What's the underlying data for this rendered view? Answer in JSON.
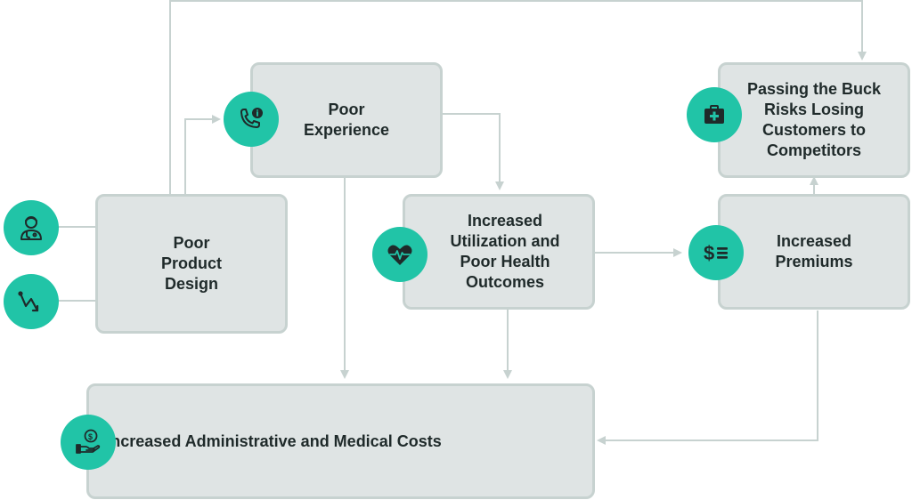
{
  "nodes": {
    "poor_product_design": "Poor\nProduct\nDesign",
    "poor_experience": "Poor\nExperience",
    "increased_utilization": "Increased\nUtilization and\nPoor Health\nOutcomes",
    "increased_premiums": "Increased\nPremiums",
    "passing_the_buck": "Passing the Buck\nRisks Losing\nCustomers to\nCompetitors",
    "increased_costs": "Increased Administrative and Medical Costs"
  },
  "icons": {
    "doctor": "doctor-icon",
    "trend_down": "trend-down-icon",
    "phone_info": "phone-info-icon",
    "heart_pulse": "heart-pulse-icon",
    "dollar_list": "dollar-list-icon",
    "medical_kit": "medical-kit-icon",
    "hand_coin": "hand-coin-icon",
    "dollar_glyph": "$"
  },
  "colors": {
    "accent": "#21c4a7",
    "box_fill": "#dfe4e4",
    "box_border": "#c7d2d0",
    "connector": "#c7d2d0",
    "text": "#1f2a2a"
  }
}
